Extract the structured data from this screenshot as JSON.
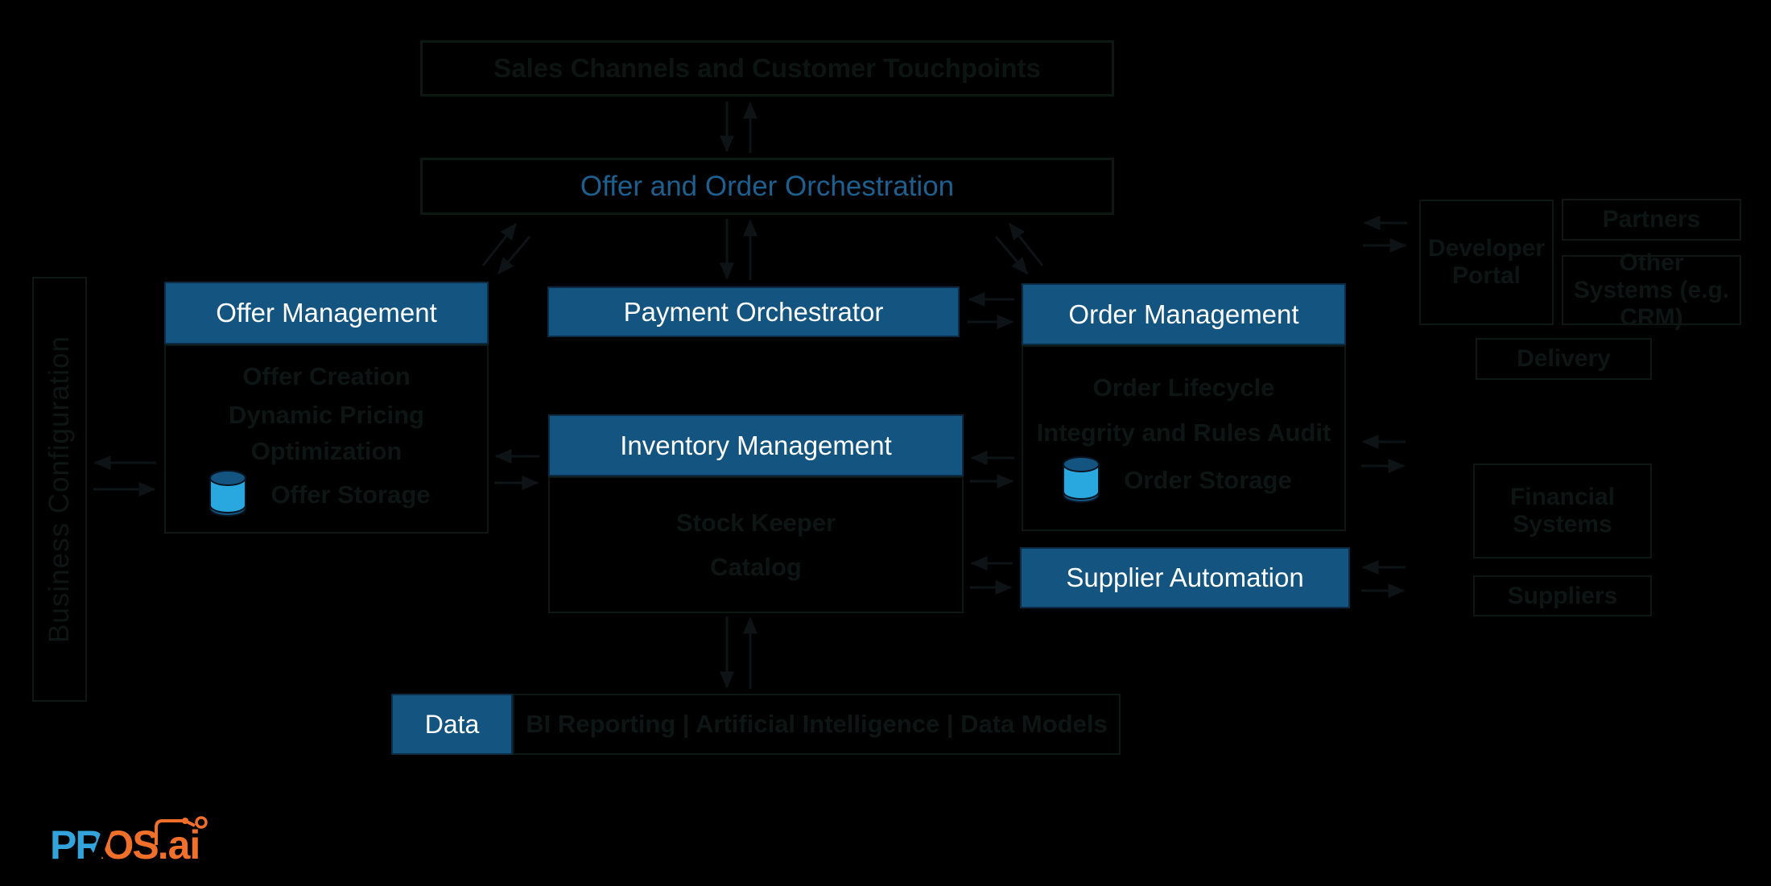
{
  "colors": {
    "background": "#000000",
    "box_blue": "#145480",
    "orchestration_text_blue": "#1d5f8e",
    "cylinder_light_blue": "#29a8df",
    "dim_text": "#0d1614",
    "logo_blue": "#33a3dc",
    "logo_orange": "#f0702a",
    "white": "#ffffff"
  },
  "banner": {
    "label": "Sales Channels and Customer Touchpoints"
  },
  "orchestration": {
    "label": "Offer and Order Orchestration"
  },
  "business_configuration": {
    "label": "Business Configuration"
  },
  "offer_management": {
    "title": "Offer Management",
    "items": [
      "Offer Creation",
      "Dynamic Pricing",
      "Optimization"
    ],
    "storage": "Offer Storage"
  },
  "payment_orchestrator": {
    "title": "Payment Orchestrator"
  },
  "inventory_management": {
    "title": "Inventory Management",
    "items": [
      "Stock Keeper",
      "Catalog"
    ]
  },
  "order_management": {
    "title": "Order Management",
    "items": [
      "Order Lifecycle",
      "Integrity and Rules Audit"
    ],
    "storage": "Order Storage"
  },
  "supplier_automation": {
    "title": "Supplier Automation"
  },
  "data_platform": {
    "title": "Data",
    "services": "BI Reporting | Artificial Intelligence | Data Models"
  },
  "external_systems": {
    "developer_portal": "Developer Portal",
    "partners": "Partners",
    "other_systems": "Other Systems (e.g. CRM)",
    "delivery": "Delivery",
    "financial_systems": "Financial Systems",
    "suppliers": "Suppliers"
  },
  "logo": {
    "brand": "PROS",
    "suffix": ".ai"
  }
}
